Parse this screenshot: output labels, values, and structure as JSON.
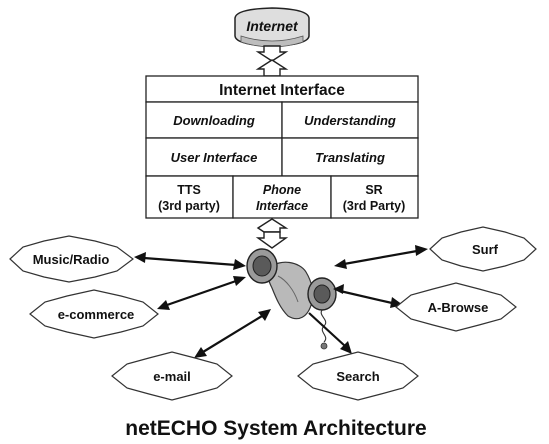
{
  "internet": {
    "label": "Internet"
  },
  "stack": {
    "title": "Internet Interface",
    "rows": [
      [
        "Downloading",
        "Understanding"
      ],
      [
        "User Interface",
        "Translating"
      ]
    ],
    "bottom": [
      {
        "line1": "TTS",
        "line2": "(3rd party)"
      },
      {
        "line1": "Phone",
        "line2": "Interface"
      },
      {
        "line1": "SR",
        "line2": "(3rd Party)"
      }
    ]
  },
  "services": {
    "music": "Music/Radio",
    "ecommerce": "e-commerce",
    "email": "e-mail",
    "search": "Search",
    "abrowse": "A-Browse",
    "surf": "Surf"
  },
  "caption": "netECHO System Architecture",
  "icons": {
    "phone": "telephone-handset-icon",
    "database": "database-cylinder-icon"
  }
}
